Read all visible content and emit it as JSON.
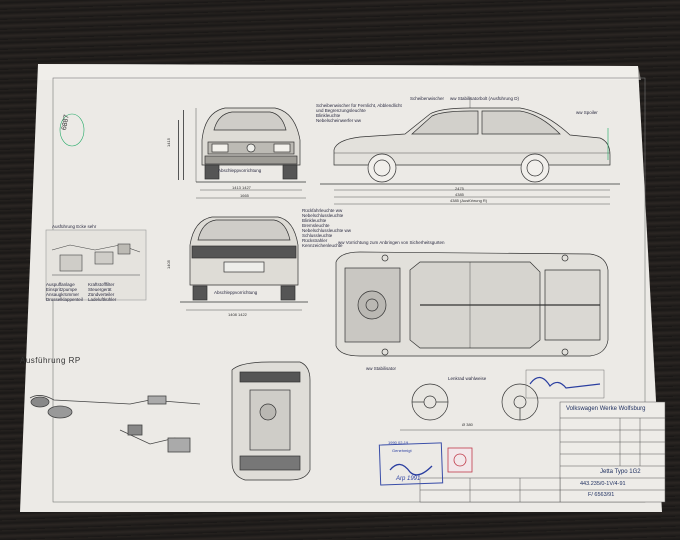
{
  "sheet": {
    "sheet_number": "6887",
    "front_view_label": "Abschleppvorrichtung",
    "rear_view_label": "Abschleppvorrichtung",
    "antenna_label": "ww Stabilisatorbolt (Ausführung D)",
    "rear_window_label": "Scheibenwischer",
    "spoiler_label": "ww Spoiler",
    "stabilisator_label": "ww Stabilisator",
    "lenkrad_label": "Lenkrad wahlweise",
    "ausfuehrung_rp": "Ausführung RP",
    "front_notes": [
      "Scheibenwischer für Fernlicht, Abblendlicht",
      "und Begrenzungsleuchte",
      "Blinkleuchte",
      "Nebelscheinwerfer ww"
    ],
    "rear_notes": [
      "Rückfahrleuchte ww",
      "Nebelschlussleuchte",
      "Blinkleuchte",
      "Bremsleuchte",
      "Nebelschlussleuchte ww",
      "Schlussleuchte",
      "Rückstrahler",
      "Kennzeichenleuchte"
    ],
    "wiring_note": "ww Vorrichtung zum Anbringen von Sicherheitsgurten",
    "exhaust_notes": [
      "Ausführung Ecke sehr",
      "Auspuffanlage",
      "Einspritzpumpe",
      "Ansaugkrümmer",
      "Drosselklappenteil"
    ],
    "engine_notes": [
      "Kraftstofffilter",
      "Steuergerät",
      "Zündverteiler",
      "Ladeluftkühler"
    ],
    "dimensions": {
      "front_width_a": "1413 1427",
      "front_width_b": "1665",
      "rear_width": "1408 1422",
      "length_total": "4385",
      "length_b": "2475",
      "length_c": "4385 (Ausführung R)",
      "height_a": "1415",
      "height_b": "1405",
      "turning": "Ø 380"
    },
    "title_block": {
      "company": "Volkswagen Werke Wolfsburg",
      "model": "Jetta Typo 1G2",
      "drawing_no": "443.235/0-1V/4-91",
      "ref": "F/ 6563/91",
      "stamp_label": "Genehmigt",
      "stamp_date": "1990 02-19",
      "signature": "Arp 1991"
    }
  }
}
